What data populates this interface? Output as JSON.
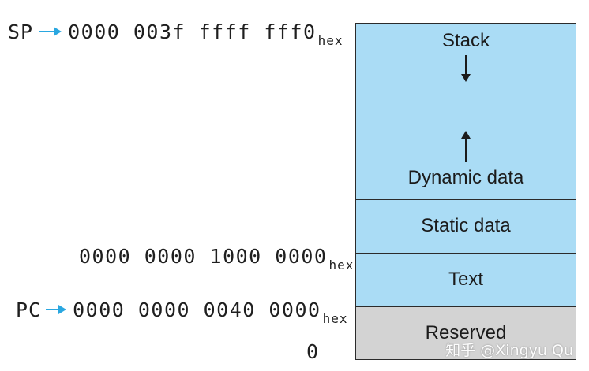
{
  "registers": {
    "sp": {
      "label": "SP",
      "address": "0000 003f ffff fff0",
      "suffix": "hex"
    },
    "pc": {
      "label": "PC",
      "address": "0000 0000 0040 0000",
      "suffix": "hex"
    }
  },
  "addresses": {
    "static_start": {
      "address": "0000 0000 1000 0000",
      "suffix": "hex"
    },
    "zero": "0"
  },
  "segments": {
    "stack": "Stack",
    "dynamic": "Dynamic data",
    "static": "Static data",
    "text": "Text",
    "reserved": "Reserved"
  },
  "colors": {
    "segment_fill": "#aadcf5",
    "reserved_fill": "#d3d3d3",
    "pointer_arrow": "#2aa7e0"
  },
  "watermark": "知乎 @Xingyu Qu"
}
